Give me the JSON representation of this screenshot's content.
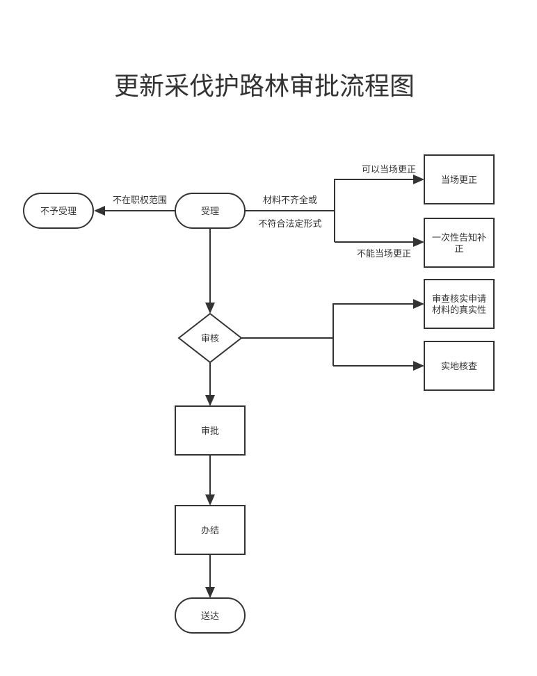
{
  "title": "更新采伐护路林审批流程图",
  "colors": {
    "stroke": "#333333",
    "text": "#333333",
    "background": "#ffffff"
  },
  "nodes": {
    "buyu_shouli": {
      "type": "terminator",
      "lines": [
        "不予受理"
      ]
    },
    "shouli": {
      "type": "terminator",
      "lines": [
        "受理"
      ]
    },
    "dangchang_gengzheng": {
      "type": "process",
      "lines": [
        "当场更正"
      ]
    },
    "yicixing_gaozhi": {
      "type": "process",
      "lines": [
        "一次性告知补",
        "正"
      ]
    },
    "shenhe": {
      "type": "decision",
      "lines": [
        "审核"
      ]
    },
    "shencha_heshi": {
      "type": "process",
      "lines": [
        "审查核实申请",
        "材料的真实性"
      ]
    },
    "shidi_hecha": {
      "type": "process",
      "lines": [
        "实地核查"
      ]
    },
    "shenpi": {
      "type": "process",
      "lines": [
        "审批"
      ]
    },
    "banjie": {
      "type": "process",
      "lines": [
        "办结"
      ]
    },
    "songda": {
      "type": "terminator",
      "lines": [
        "送达"
      ]
    }
  },
  "edges": {
    "to_buyu": {
      "from": "受理",
      "to": "不予受理",
      "label": "不在职权范围"
    },
    "material_branch": {
      "from": "受理",
      "label_top": "材料不齐全或",
      "label_bottom": "不符合法定形式"
    },
    "to_dangchang": {
      "to": "当场更正",
      "label": "可以当场更正"
    },
    "to_yicixing": {
      "to": "一次性告知补正",
      "label": "不能当场更正"
    },
    "to_shenhe": {
      "from": "受理",
      "to": "审核"
    },
    "to_shencha": {
      "from": "审核",
      "to": "审查核实申请材料的真实性"
    },
    "to_shidi": {
      "from": "审核",
      "to": "实地核查"
    },
    "to_shenpi": {
      "from": "审核",
      "to": "审批"
    },
    "to_banjie": {
      "from": "审批",
      "to": "办结"
    },
    "to_songda": {
      "from": "办结",
      "to": "送达"
    }
  }
}
